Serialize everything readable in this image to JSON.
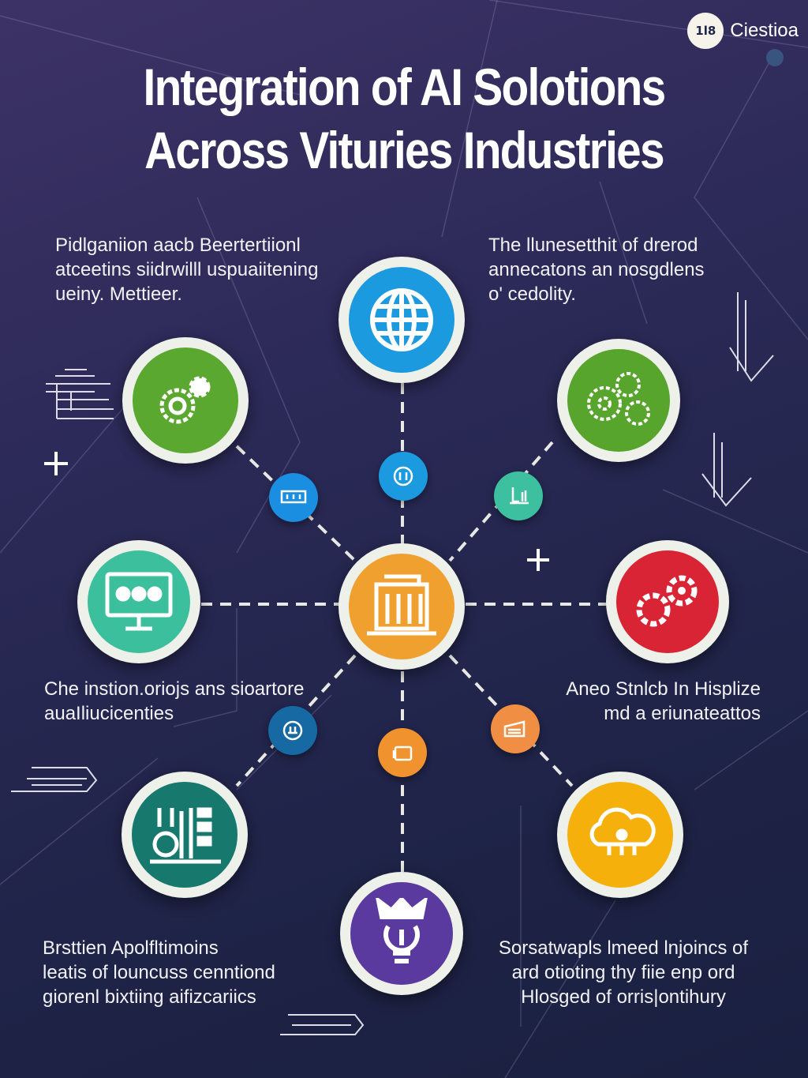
{
  "title": {
    "line1": "Integration of AI Solotions",
    "line2": "Across Vituries Industries"
  },
  "brand": {
    "logo_text": "1l8",
    "name": "Ciestioa"
  },
  "captions": {
    "top_left": [
      "Pidlganiion aacb Beertertiionl",
      "atceetins siidrwilll uspuaiitening",
      "ueiny. Mettieer."
    ],
    "top_right": [
      "The llunesetthit of drerod",
      "annecatons an nosgdlens",
      "o' cedolity."
    ],
    "mid_left": [
      "Che instion.oriojs ans sioartore",
      "auaIliucicenties"
    ],
    "mid_right": [
      "Aneo Stnlcb In Hisplize",
      "md a eriunateattos"
    ],
    "bottom_left": [
      "Brsttien Apolfltimoins",
      "leatis of louncuss cenntiond",
      "giorenl bixtiing aifizcariics"
    ],
    "bottom_right": [
      "Sorsatwapls lmeed lnjoincs of",
      "ard otioting thy fiie enp ord",
      "Hlosged of orris|ontihury"
    ]
  },
  "colors": {
    "globe": "#1c9ae0",
    "gear_left": "#5ba830",
    "gear_right": "#58a52e",
    "monitor": "#3bbf9c",
    "center": "#f0a02e",
    "red_gear": "#d82434",
    "analytics": "#17786e",
    "cloud": "#f5b00c",
    "bulb": "#5a3a9e"
  },
  "icons": [
    "globe-icon",
    "gears-icon",
    "gears-cluster-icon",
    "monitor-icon",
    "building-icon",
    "red-gears-icon",
    "analytics-icon",
    "cloud-icon",
    "lightbulb-crown-icon"
  ]
}
